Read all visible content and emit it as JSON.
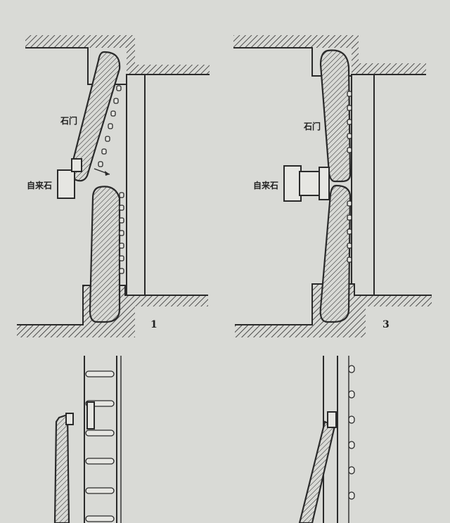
{
  "labels": {
    "stone_door_1": "石门",
    "self_stone_1": "自来石",
    "stone_door_3": "石门",
    "self_stone_3": "自来石"
  },
  "figure_numbers": {
    "fig1": "1",
    "fig3": "3"
  }
}
